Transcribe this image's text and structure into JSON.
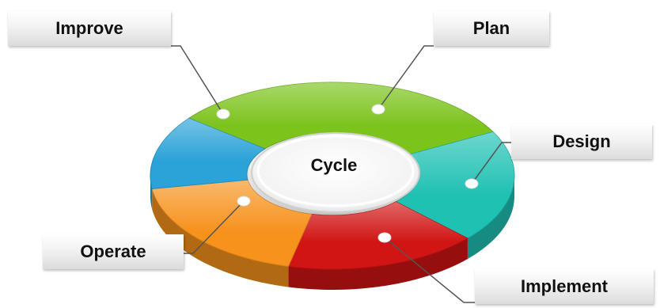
{
  "diagram": {
    "center_label": "Cycle",
    "stages": [
      {
        "key": "plan",
        "label": "Plan",
        "color": "#7cc31c"
      },
      {
        "key": "design",
        "label": "Design",
        "color": "#1fc1b3"
      },
      {
        "key": "implement",
        "label": "Implement",
        "color": "#d11414"
      },
      {
        "key": "operate",
        "label": "Operate",
        "color": "#f7921c"
      },
      {
        "key": "improve",
        "label": "Improve",
        "color": "#2ba3d8"
      }
    ]
  }
}
